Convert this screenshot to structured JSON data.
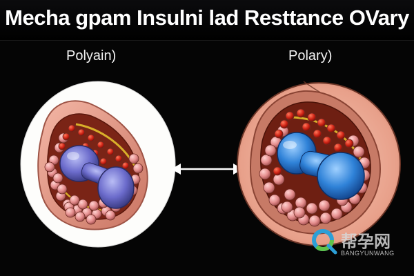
{
  "header": {
    "title": "Mecha gpam Insulni lad Resttance OVary"
  },
  "panels": [
    {
      "label": "Polyain)",
      "arrangement": "left"
    },
    {
      "label": "Polary)",
      "arrangement": "right"
    }
  ],
  "connector": {
    "icon": "double-arrow-icon"
  },
  "watermark": {
    "cn": "帮孕网",
    "en": "BANGYUNWANG"
  },
  "colors": {
    "cell_fill": "#e58e8e",
    "red_cell": "#d02416",
    "follicle_left": "#6c6ccc",
    "follicle_right": "#2f82d8",
    "tissue": "#e8a796",
    "gold": "#d8b02a"
  }
}
